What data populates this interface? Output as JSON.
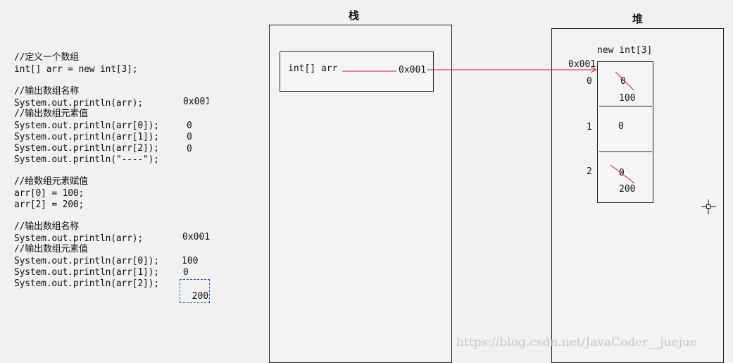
{
  "code": {
    "lines": [
      "//定义一个数组",
      "int[] arr = new int[3];",
      "",
      "//输出数组名称",
      "System.out.println(arr);",
      "//输出数组元素值",
      "System.out.println(arr[0]);",
      "System.out.println(arr[1]);",
      "System.out.println(arr[2]);",
      "System.out.println(\"----\");",
      "",
      "//给数组元素赋值",
      "arr[0] = 100;",
      "arr[2] = 200;",
      "",
      "//输出数组名称",
      "System.out.println(arr);",
      "//输出数组元素值",
      "System.out.println(arr[0]);",
      "System.out.println(arr[1]);",
      "System.out.println(arr[2]);"
    ],
    "outputs_first": {
      "arr": "0x001",
      "e0": "0",
      "e1": "0",
      "e2": "0"
    },
    "outputs_second": {
      "arr": "0x001",
      "e0": "100",
      "e1": "0",
      "e2": "200"
    }
  },
  "stack": {
    "title": "栈",
    "var_label": "int[] arr",
    "address": "0x001"
  },
  "heap": {
    "title": "堆",
    "object_label": "new int[3]",
    "address": "0x001",
    "cells": [
      {
        "index": "0",
        "old": "0",
        "new": "100"
      },
      {
        "index": "1",
        "old": "0",
        "new": ""
      },
      {
        "index": "2",
        "old": "0",
        "new": "200"
      }
    ]
  },
  "watermark": "https://blog.csdn.net/JavaCoder__juejue",
  "colors": {
    "arrow": "#cc2222",
    "border": "#222222"
  }
}
